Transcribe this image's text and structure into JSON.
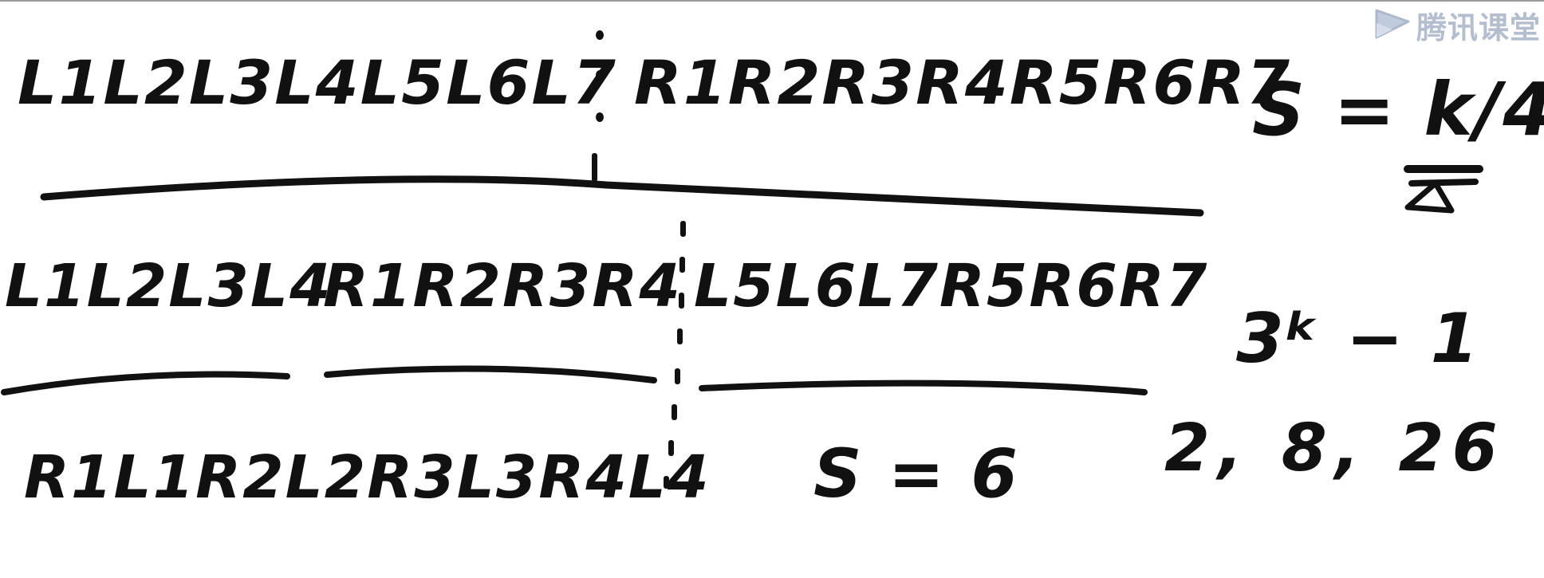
{
  "watermark": {
    "icon": "play-icon",
    "text": "腾讯课堂",
    "color": "#7a8aa8"
  },
  "ink_color": "#111111",
  "rows": {
    "top_left": "L1L2L3L4L5L6L7",
    "top_right": "R1R2R3R4R5R6R7",
    "middle_a": "L1L2L3L4",
    "middle_b": "R1R2R3R4",
    "middle_c": "L5L6L7R5R6R7",
    "bottom": "R1L1R2L2R3L3R4L4"
  },
  "right_notes": {
    "s_top": "S = k/4",
    "power": "3ᵏ − 1",
    "s_mid": "S = 6",
    "sequence": "2, 8, 26"
  }
}
